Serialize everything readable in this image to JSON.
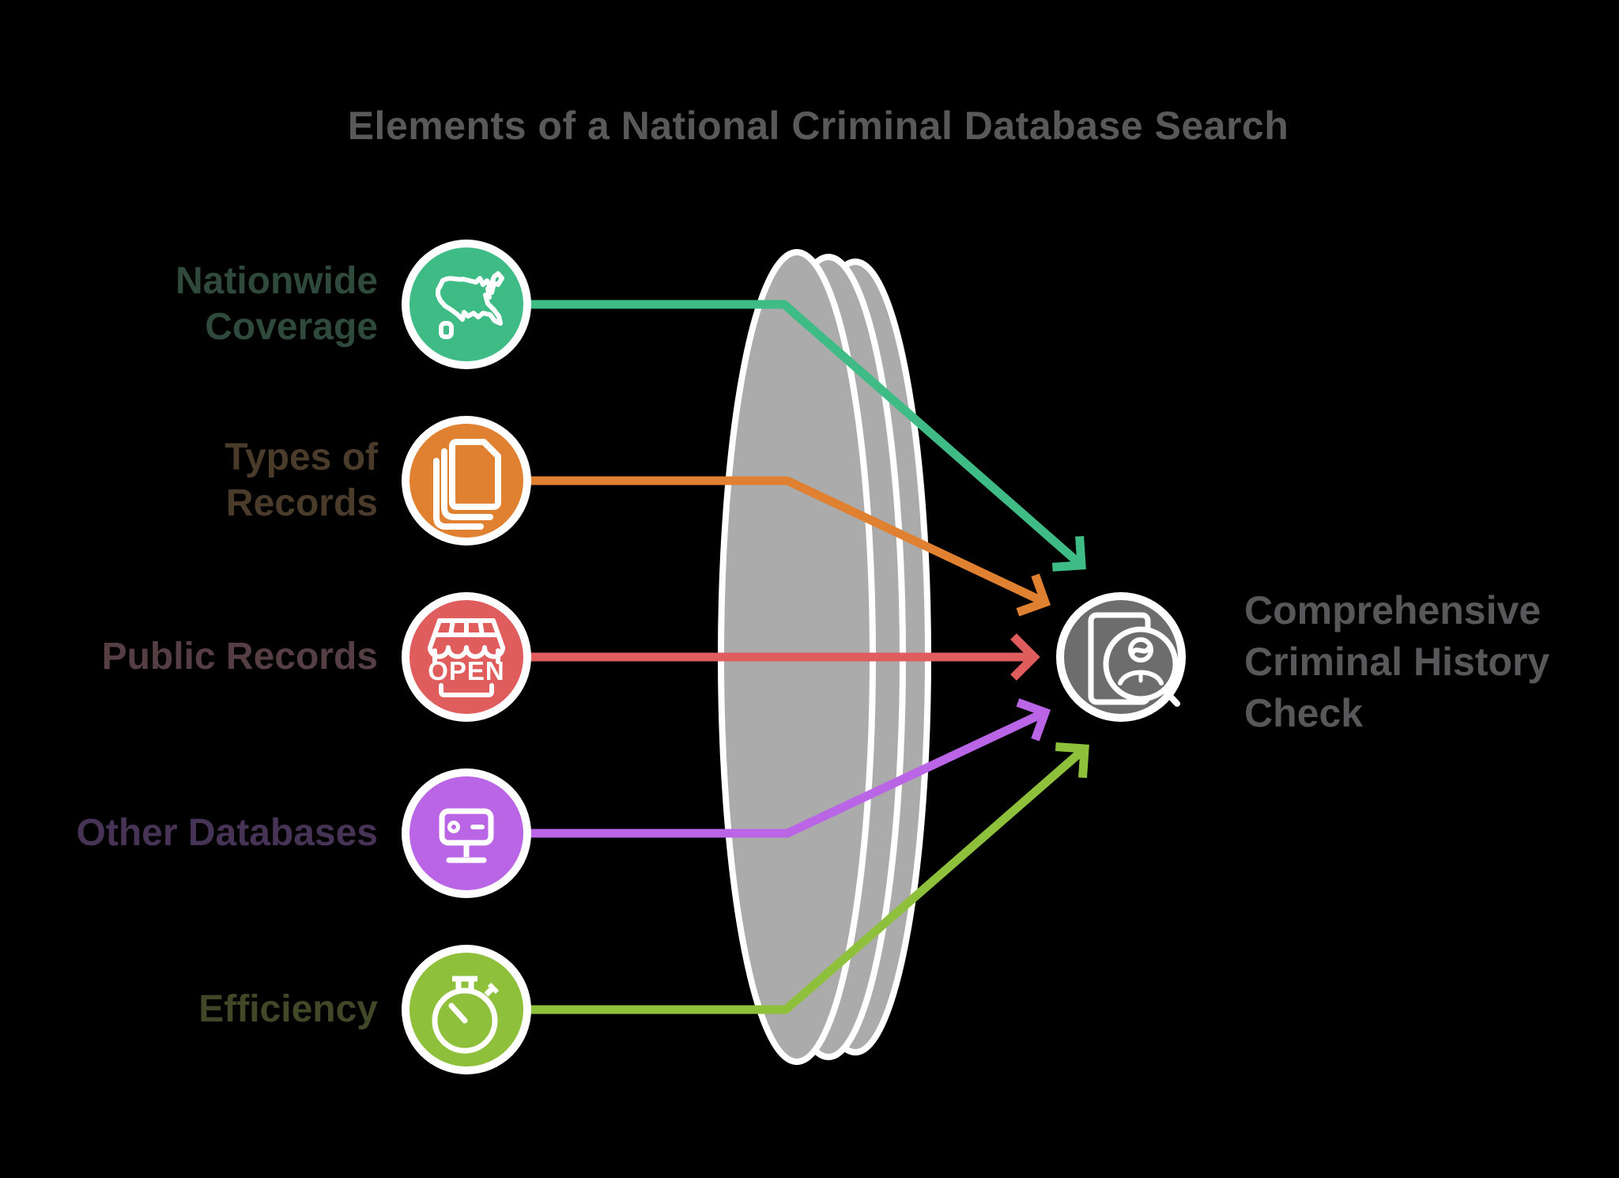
{
  "title": {
    "text": "Elements of a National Criminal Database Search",
    "color": "#595959"
  },
  "sources": [
    {
      "id": "nationwide-coverage",
      "label": "Nationwide\nCoverage",
      "icon": "us-map-icon",
      "color": "#3fbc86",
      "label_color": "#2f4a3c"
    },
    {
      "id": "types-of-records",
      "label": "Types of\nRecords",
      "icon": "documents-stack-icon",
      "color": "#df8130",
      "label_color": "#4a3b2b"
    },
    {
      "id": "public-records",
      "label": "Public Records",
      "icon": "open-storefront-icon",
      "icon_text": "OPEN",
      "color": "#e05d5d",
      "label_color": "#553e44"
    },
    {
      "id": "other-databases",
      "label": "Other Databases",
      "icon": "server-monitor-icon",
      "color": "#ba64e6",
      "label_color": "#473355"
    },
    {
      "id": "efficiency",
      "label": "Efficiency",
      "icon": "stopwatch-icon",
      "color": "#8fc03c",
      "label_color": "#404828"
    }
  ],
  "result": {
    "label": "Comprehensive\nCriminal History\nCheck",
    "icon": "person-record-search-icon",
    "circle_color": "#6d6d6d",
    "label_color": "#58585a"
  },
  "lens": {
    "fill": "#ababab",
    "stroke": "#ffffff"
  }
}
